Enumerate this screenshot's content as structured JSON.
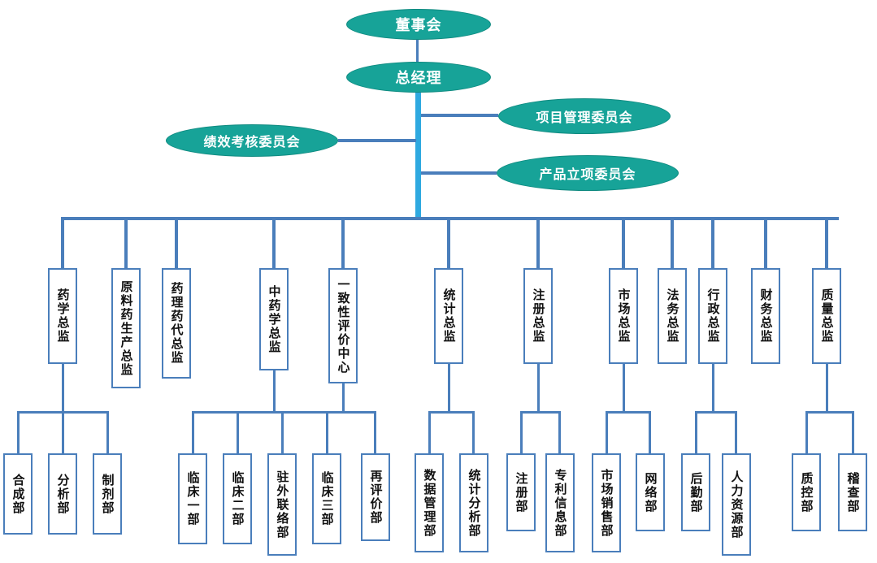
{
  "diagram_type": "org-chart",
  "colors": {
    "ellipse_fill": "#17A398",
    "ellipse_text": "#FFFFFF",
    "box_border": "#4A7EBB",
    "box_text": "#111111",
    "connector": "#4A7EBB",
    "trunk": "#2EA9E0"
  },
  "root": {
    "label": "董事会"
  },
  "general_manager": {
    "label": "总经理"
  },
  "committees": [
    {
      "label": "项目管理委员会"
    },
    {
      "label": "绩效考核委员会"
    },
    {
      "label": "产品立项委员会"
    }
  ],
  "directors": [
    {
      "label": "药学总监",
      "children": [
        "合成部",
        "分析部",
        "制剂部"
      ]
    },
    {
      "label": "原料药生产总监",
      "children": []
    },
    {
      "label": "药理药代总监",
      "children": []
    },
    {
      "label": "中药学总监",
      "children": [
        "临床一部",
        "临床二部",
        "驻外联络部",
        "临床三部"
      ]
    },
    {
      "label": "一致性评价中心",
      "children": [
        "再评价部"
      ]
    },
    {
      "label": "统计总监",
      "children": [
        "数据管理部",
        "统计分析部"
      ]
    },
    {
      "label": "注册总监",
      "children": [
        "注册部",
        "专利信息部"
      ]
    },
    {
      "label": "市场总监",
      "children": [
        "市场销售部",
        "网络部"
      ]
    },
    {
      "label": "法务总监",
      "children": []
    },
    {
      "label": "行政总监",
      "children": [
        "后勤部",
        "人力资源部"
      ]
    },
    {
      "label": "财务总监",
      "children": []
    },
    {
      "label": "质量总监",
      "children": [
        "质控部",
        "稽查部"
      ]
    }
  ]
}
